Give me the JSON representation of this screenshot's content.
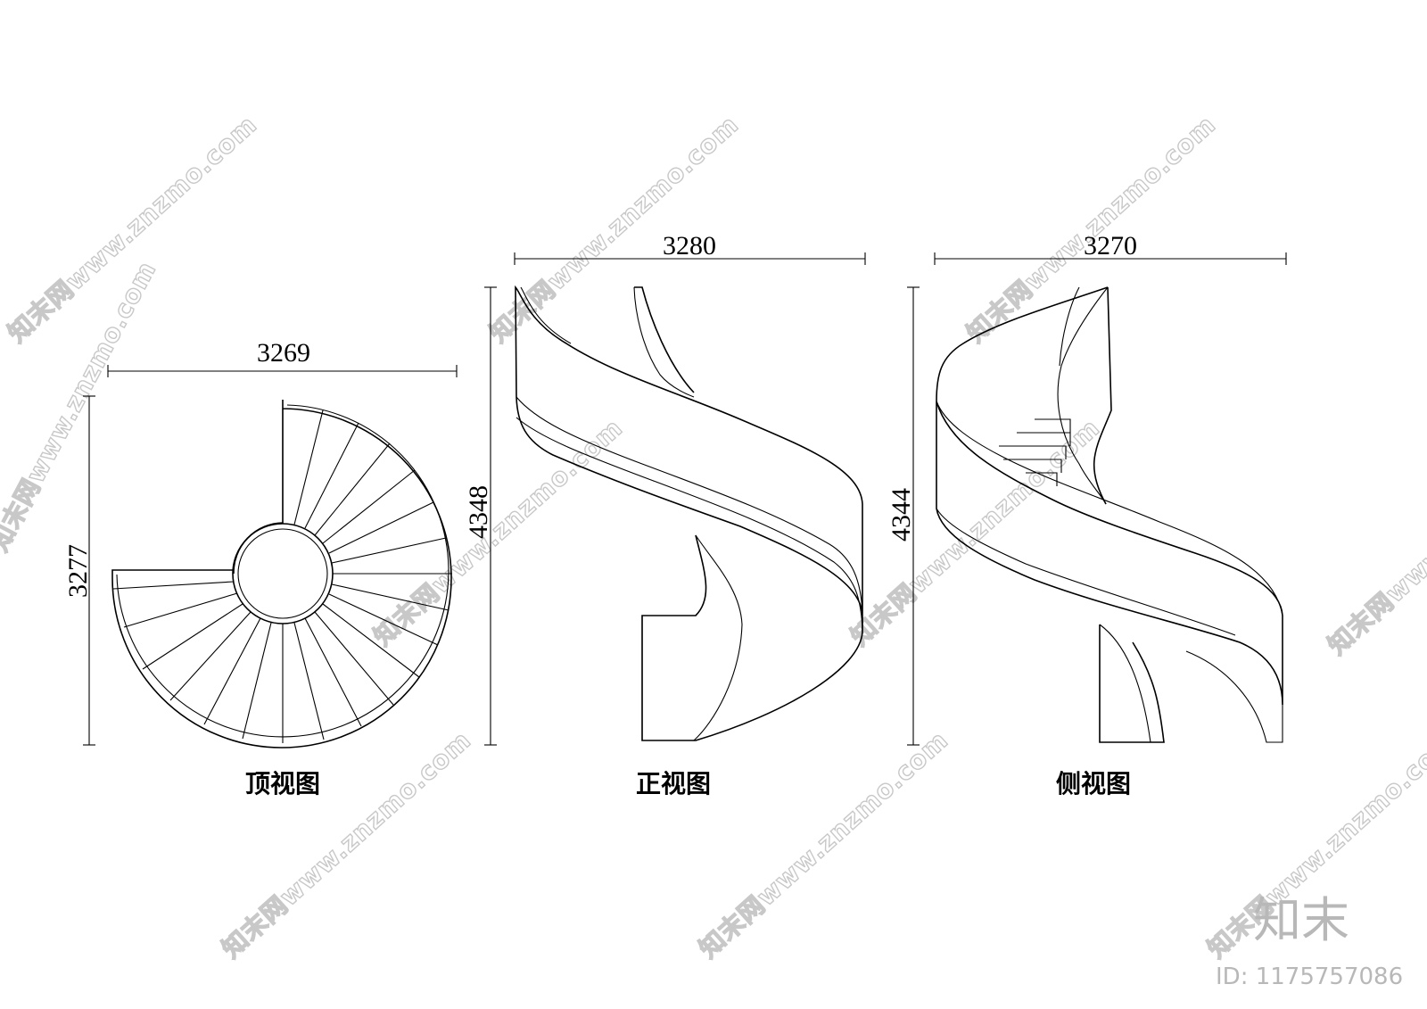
{
  "views": [
    {
      "caption": "顶视图",
      "width_dim": "3269",
      "height_dim": "3277"
    },
    {
      "caption": "正视图",
      "width_dim": "3280",
      "height_dim": "4348"
    },
    {
      "caption": "侧视图",
      "width_dim": "3270",
      "height_dim": "4344"
    }
  ],
  "watermark": {
    "text": "知末网www.znzmo.com",
    "logo": "知末",
    "id": "ID: 1175757086"
  }
}
